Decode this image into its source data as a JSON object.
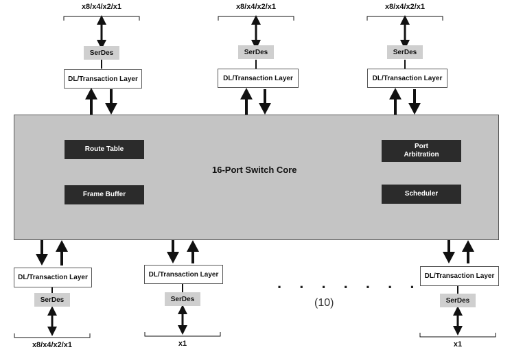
{
  "top_ports": [
    {
      "lane_label": "x8/x4/x2/x1",
      "serdes": "SerDes",
      "dl": "DL/Transaction Layer"
    },
    {
      "lane_label": "x8/x4/x2/x1",
      "serdes": "SerDes",
      "dl": "DL/Transaction Layer"
    },
    {
      "lane_label": "x8/x4/x2/x1",
      "serdes": "SerDes",
      "dl": "DL/Transaction Layer"
    }
  ],
  "core": {
    "title": "16-Port Switch Core",
    "route_table": "Route Table",
    "frame_buffer": "Frame Buffer",
    "port_arbitration_line1": "Port",
    "port_arbitration_line2": "Arbitration",
    "scheduler": "Scheduler",
    "color": "#c4c4c4"
  },
  "bottom_ports": [
    {
      "lane_label": "x8/x4/x2/x1",
      "serdes": "SerDes",
      "dl": "DL/Transaction Layer"
    },
    {
      "lane_label": "x1",
      "serdes": "SerDes",
      "dl": "DL/Transaction Layer"
    },
    {
      "lane_label": "x1",
      "serdes": "SerDes",
      "dl": "DL/Transaction Layer"
    }
  ],
  "ellipsis": ". . . . . . .",
  "additional_ports_count": "(10)"
}
